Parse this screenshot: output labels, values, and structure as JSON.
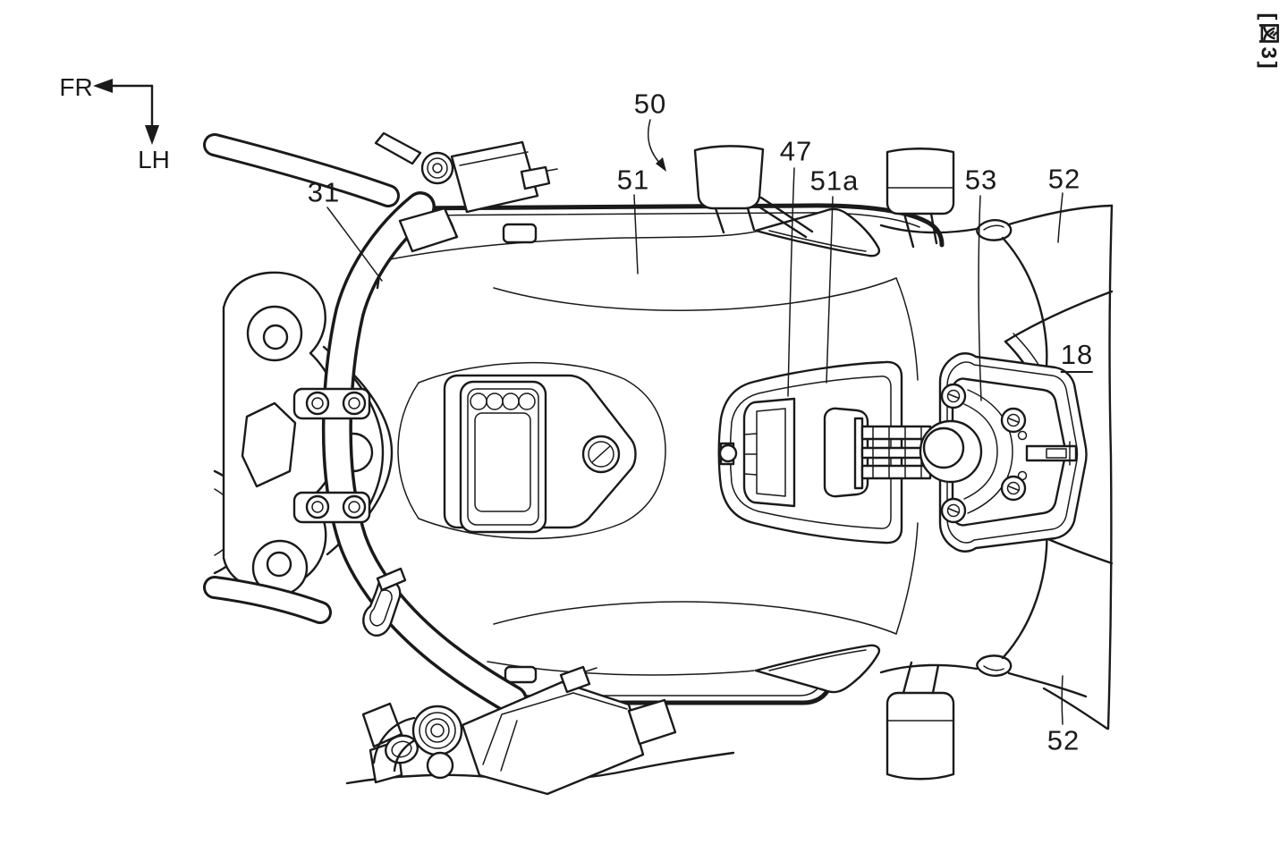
{
  "colors": {
    "line": "#1a1a1a",
    "background": "#ffffff"
  },
  "figure_tag": "[図3]",
  "orientation": {
    "front": "FR",
    "left": "LH"
  },
  "labels": {
    "n50": "50",
    "n51": "51",
    "n47": "47",
    "n51a": "51a",
    "n53": "53",
    "n52_top": "52",
    "n52_bottom": "52",
    "n31": "31",
    "n18": "18"
  }
}
